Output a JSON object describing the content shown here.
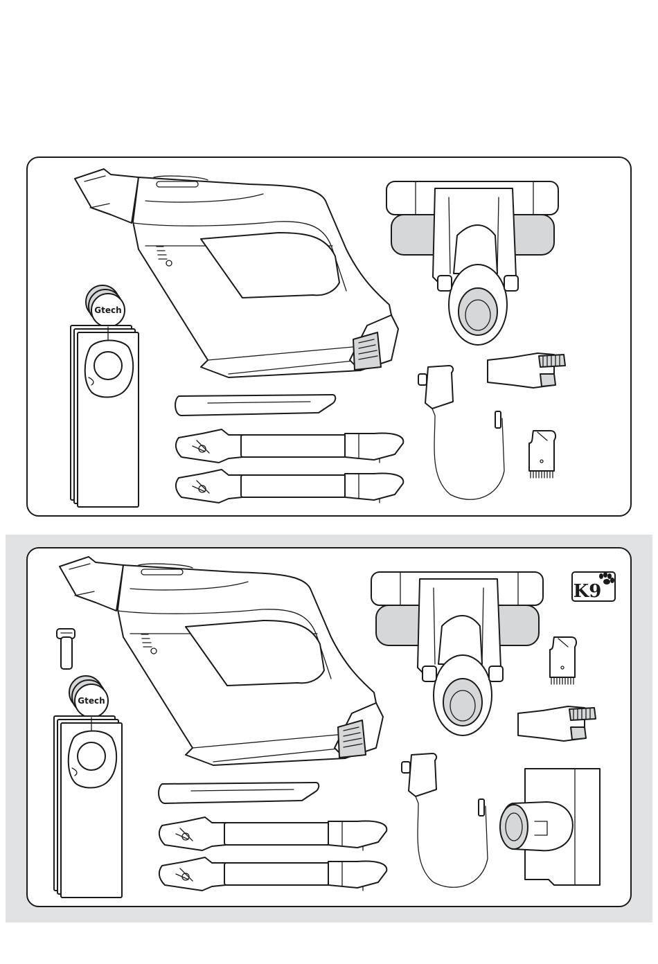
{
  "figure": {
    "panels": [
      {
        "id": "top",
        "contents": [
          "handheld-unit",
          "power-head",
          "cleaning-bag",
          "crevice-tool",
          "extension-wand",
          "extension-wand",
          "charger",
          "dusting-brush",
          "cleaning-comb"
        ]
      },
      {
        "id": "bottom",
        "contents": [
          "handheld-unit",
          "power-head",
          "filter-pin",
          "cleaning-bag",
          "crevice-tool",
          "extension-wand",
          "extension-wand",
          "charger",
          "cleaning-comb",
          "dusting-brush",
          "mini-turbo-brush"
        ]
      }
    ],
    "brand_label": "Gtech",
    "variant_badge": "K9",
    "colors": {
      "line": "#1a1a1a",
      "band": "#e1e2e3",
      "fill_grey": "#d6d7d8"
    }
  }
}
